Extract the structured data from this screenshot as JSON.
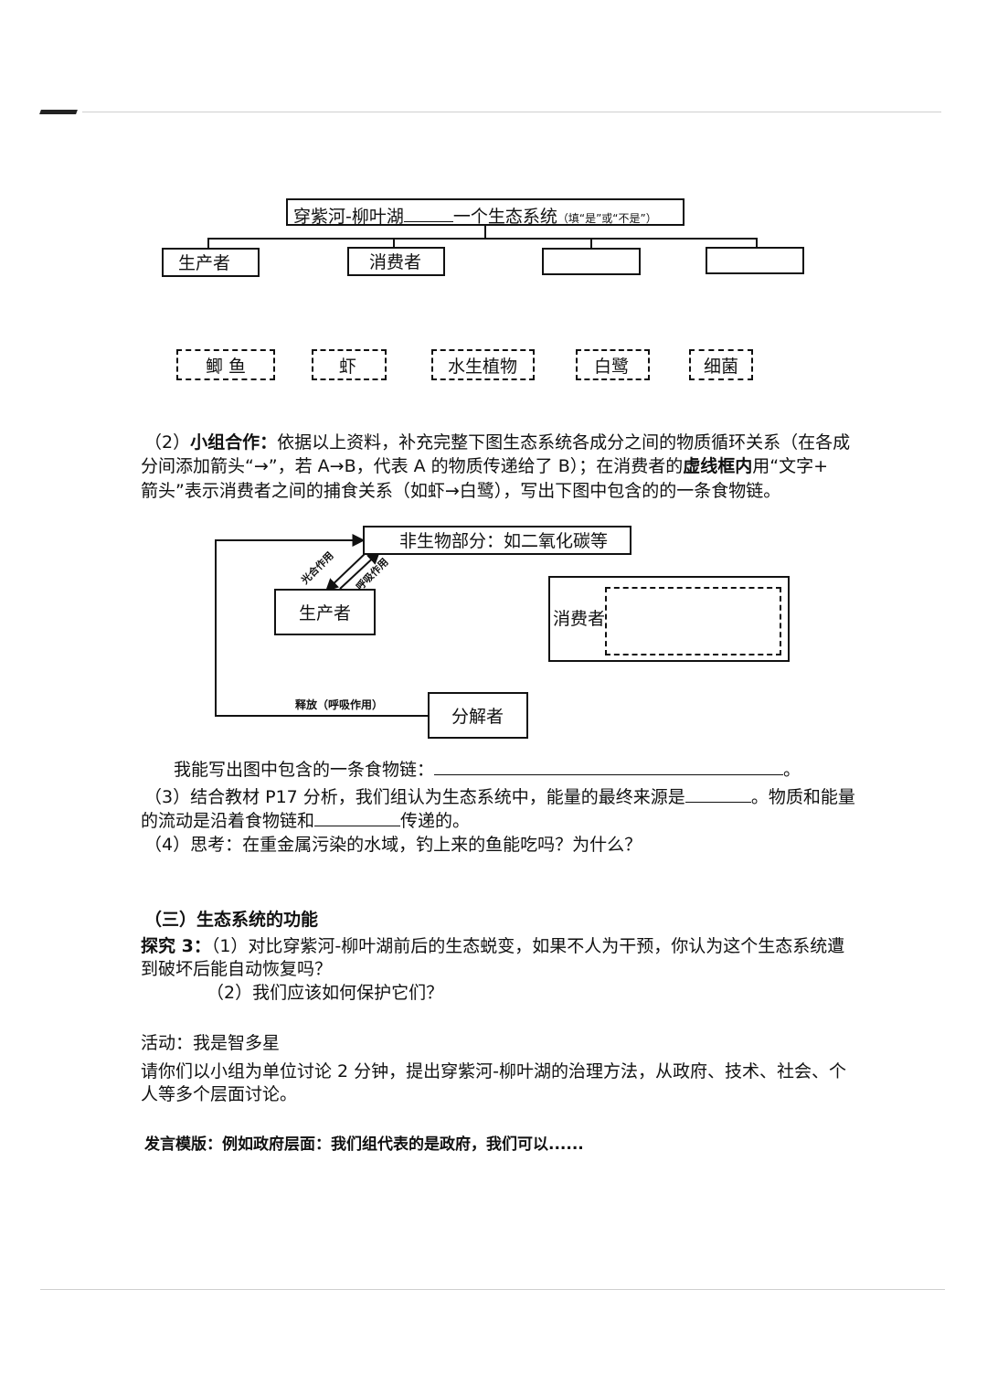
{
  "tree": {
    "root_title": "穿紫河-柳叶湖",
    "root_suffix": "一个生态系统",
    "root_hint": "（填“是”或“不是”）",
    "components": [
      "生产者",
      "消费者",
      "",
      ""
    ]
  },
  "organisms": [
    "鲫 鱼",
    "虾",
    "水生植物",
    "白鹭",
    "细菌"
  ],
  "task2": {
    "lead": "（2）",
    "bold": "小组合作：",
    "line1_rest": "依据以上资料，补充完整下图生态系统各成分之间的物质循环关系（在各成",
    "line2": "分间添加箭头“→”，若 A→B，代表 A 的物质传递给了 B）；在消费者的",
    "line2_bold": "虚线框内",
    "line2_end": "用“文字+",
    "line3": "箭头”表示消费者之间的捕食关系（如虾→白鹭），写出下图中包含的的一条食物链。"
  },
  "cycle": {
    "abiotic": "非生物部分：如二氧化碳等",
    "producer": "生产者",
    "consumer": "消费者",
    "decomposer": "分解者",
    "photosynthesis": "光合作用",
    "respiration": "呼吸作用",
    "release": "释放（呼吸作用）"
  },
  "foodchain": {
    "label": "我能写出图中包含的一条食物链：",
    "end": "。"
  },
  "task3": {
    "line1_a": "（3）结合教材 P17 分析，我们组认为生态系统中，能量的最终来源是",
    "line1_b": "。物质和能量",
    "line2_a": "的流动是沿着食物链和",
    "line2_b": "传递的。"
  },
  "task4": "（4）思考：在重金属污染的水域，钓上来的鱼能吃吗？为什么？",
  "section3": {
    "heading": "（三）生态系统的功能",
    "explore_label": "探究 3：",
    "q1_a": "（1）对比穿紫河-柳叶湖前后的生态蜕变，如果不人为干预，你认为这个生态系统遭",
    "q1_b": "到破坏后能自动恢复吗？",
    "q2": "（2）我们应该如何保护它们？"
  },
  "activity": {
    "title": "活动：我是智多星",
    "line1": "请你们以小组为单位讨论 2 分钟，提出穿紫河-柳叶湖的治理方法，从政府、技术、社会、个",
    "line2": "人等多个层面讨论。",
    "template": "发言模版：例如政府层面：我们组代表的是政府，我们可以......"
  }
}
